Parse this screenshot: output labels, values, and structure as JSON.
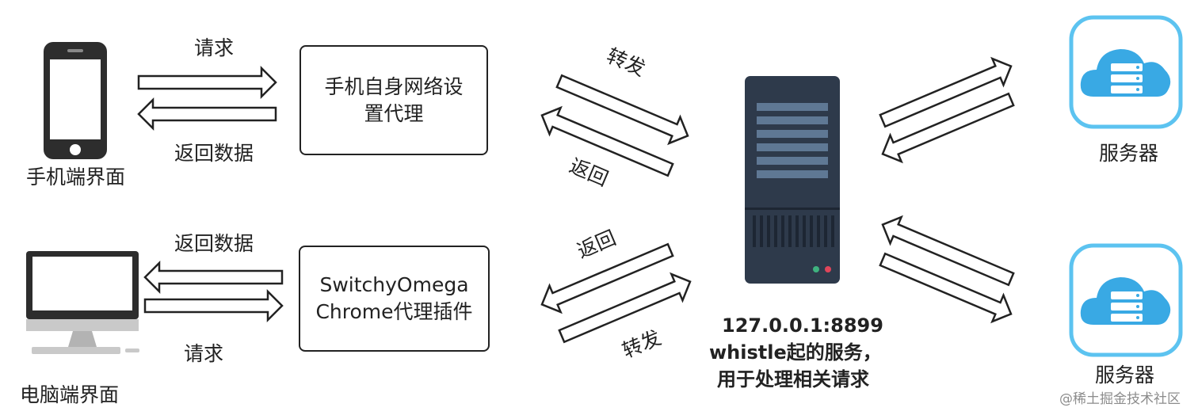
{
  "phone": {
    "label": "手机端界面",
    "request": "请求",
    "return_data": "返回数据",
    "proxy_line1": "手机自身网络设",
    "proxy_line2": "置代理",
    "forward": "转发",
    "back": "返回"
  },
  "desktop": {
    "label": "电脑端界面",
    "request": "请求",
    "return_data": "返回数据",
    "proxy_line1": "SwitchyOmega",
    "proxy_line2": "Chrome代理插件",
    "forward": "转发",
    "back": "返回"
  },
  "center_server": {
    "line1": "127.0.0.1:8899",
    "line2": "whistle起的服务，",
    "line3": "用于处理相关请求"
  },
  "remote_servers": [
    {
      "label": "服务器"
    },
    {
      "label": "服务器"
    }
  ],
  "watermark": "@稀土掘金技术社区",
  "colors": {
    "stroke": "#222222",
    "server_body": "#2e3a4b",
    "server_slot": "#5f7894",
    "cloud_border": "#5cc3f0",
    "cloud_fill": "#39a9e4",
    "led_green": "#3fb27f",
    "led_red": "#e0455a"
  },
  "icons": [
    "phone-icon",
    "desktop-icon",
    "server-tower-icon",
    "cloud-server-icon"
  ]
}
